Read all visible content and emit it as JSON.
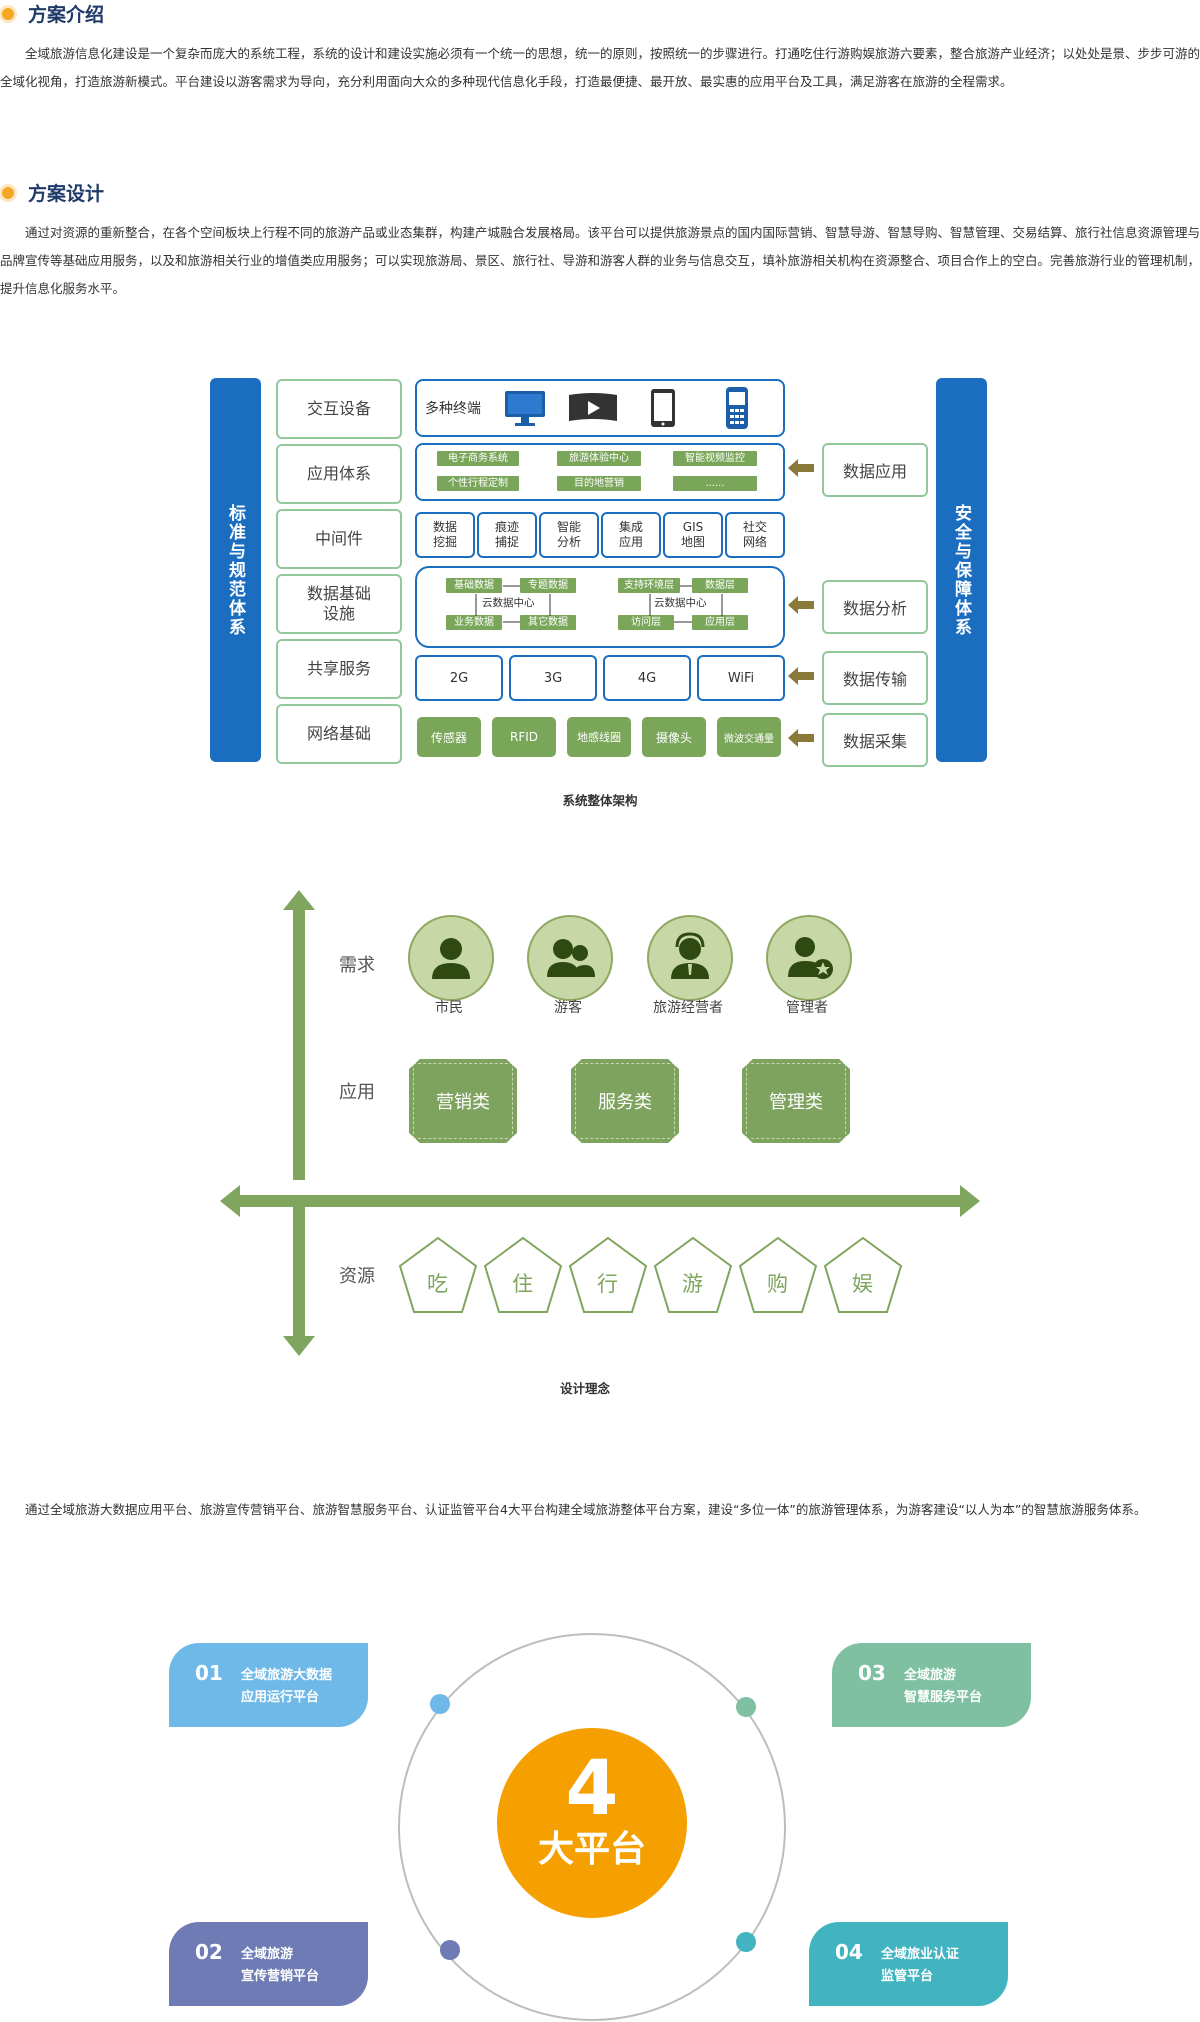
{
  "intro": {
    "title": "方案介绍",
    "text": "全域旅游信息化建设是一个复杂而庞大的系统工程，系统的设计和建设实施必须有一个统一的思想，统一的原则，按照统一的步骤进行。打通吃住行游购娱旅游六要素，整合旅游产业经济；以处处是景、步步可游的全域化视角，打造旅游新模式。平台建设以游客需求为导向，充分利用面向大众的多种现代信息化手段，打造最便捷、最开放、最实惠的应用平台及工具，满足游客在旅游的全程需求。"
  },
  "design": {
    "title": "方案设计",
    "text": "通过对资源的重新整合，在各个空间板块上行程不同的旅游产品或业态集群，构建产城融合发展格局。该平台可以提供旅游景点的国内国际营销、智慧导游、智慧导购、智慧管理、交易结算、旅行社信息资源管理与品牌宣传等基础应用服务，以及和旅游相关行业的增值类应用服务；可以实现旅游局、景区、旅行社、导游和游客人群的业务与信息交互，填补旅游相关机构在资源整合、项目合作上的空白。完善旅游行业的管理机制，提升信息化服务水平。"
  },
  "architecture": {
    "left_bar": "标准与规范体系",
    "right_bar": "安全与保障体系",
    "layers": [
      "交互设备",
      "应用体系",
      "中间件",
      "数据基础设施",
      "共享服务",
      "网络基础"
    ],
    "layer_3_line1": "数据基础",
    "layer_3_line2": "设施",
    "terminals_label": "多种终端",
    "apps": [
      "电子商务系统",
      "旅游体验中心",
      "智能视频监控",
      "个性行程定制",
      "目的地营销",
      "......"
    ],
    "middleware": [
      [
        "数据",
        "挖掘"
      ],
      [
        "痕迹",
        "捕捉"
      ],
      [
        "智能",
        "分析"
      ],
      [
        "集成",
        "应用"
      ],
      [
        "GIS",
        "地图"
      ],
      [
        "社交",
        "网络"
      ]
    ],
    "data_left": {
      "a": "基础数据",
      "b": "专题数据",
      "center": "云数据中心",
      "c": "业务数据",
      "d": "其它数据"
    },
    "data_right": {
      "a": "支持环境层",
      "b": "数据层",
      "center": "云数据中心",
      "c": "访问层",
      "d": "应用层"
    },
    "network": [
      "2G",
      "3G",
      "4G",
      "WiFi"
    ],
    "sensors": [
      "传感器",
      "RFID",
      "地感线圈",
      "摄像头",
      "微波交通量"
    ],
    "right_labels": [
      "数据应用",
      "数据分析",
      "数据传输",
      "数据采集"
    ],
    "caption": "系统整体架构"
  },
  "concept": {
    "labels": {
      "demand": "需求",
      "application": "应用",
      "resource": "资源"
    },
    "persons": [
      "市民",
      "游客",
      "旅游经营者",
      "管理者"
    ],
    "apps": [
      "营销类",
      "服务类",
      "管理类"
    ],
    "resources": [
      "吃",
      "住",
      "行",
      "游",
      "购",
      "娱"
    ],
    "caption": "设计理念"
  },
  "summary": {
    "text": "通过全域旅游大数据应用平台、旅游宣传营销平台、旅游智慧服务平台、认证监管平台4大平台构建全域旅游整体平台方案，建设“多位一体”的旅游管理体系，为游客建设“以人为本”的智慧旅游服务体系。"
  },
  "platforms": {
    "center_num": "4",
    "center_text": "大平台",
    "items": [
      {
        "num": "01",
        "line1": "全域旅游大数据",
        "line2": "应用运行平台"
      },
      {
        "num": "02",
        "line1": "全域旅游",
        "line2": "宣传营销平台"
      },
      {
        "num": "03",
        "line1": "全域旅游",
        "line2": "智慧服务平台"
      },
      {
        "num": "04",
        "line1": "全域旅业认证",
        "line2": "监管平台"
      }
    ]
  },
  "colors": {
    "accent_blue": "#1b6dc0",
    "green": "#7aa65a",
    "orange": "#f5a000",
    "p1": "#6fb9e8",
    "p2": "#6e7bb4",
    "p3": "#7fc0a2",
    "p4": "#42b3c0"
  }
}
